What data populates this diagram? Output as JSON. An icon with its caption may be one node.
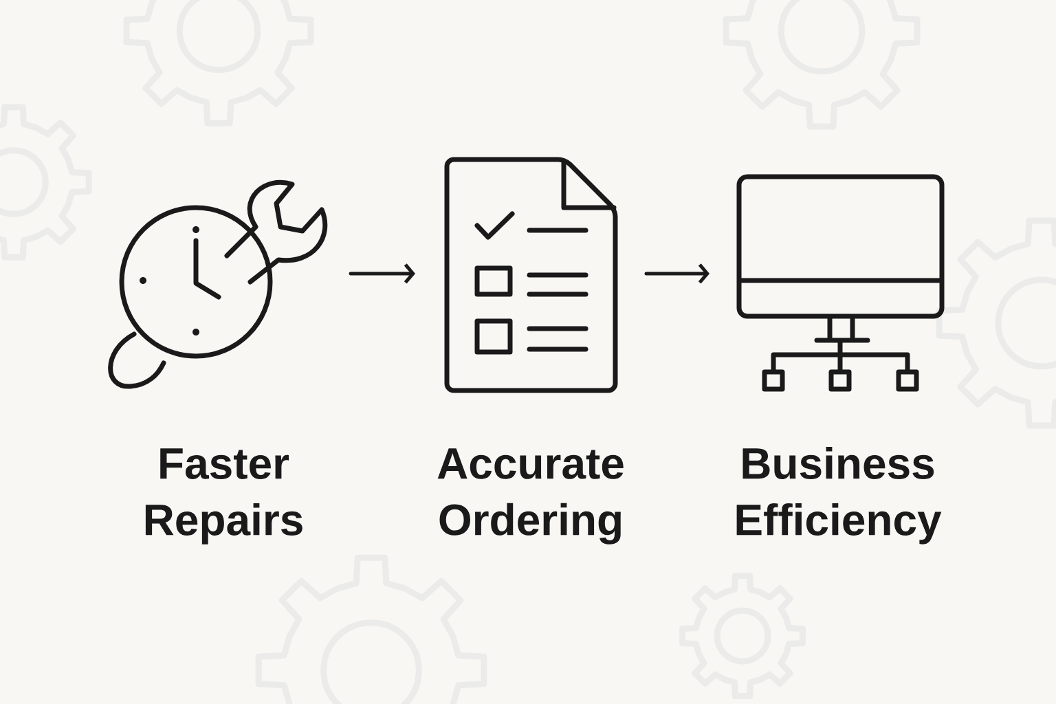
{
  "diagram": {
    "nodes": [
      {
        "text": [
          "Faster Repairs"
        ]
      },
      {
        "text": [
          "Accurate Ordering"
        ]
      },
      {
        "text": [
          "Business Efficiency"
        ]
      }
    ],
    "edges": [
      {
        "from": 0,
        "to": 1,
        "arrow": "to"
      },
      {
        "from": 1,
        "to": 2,
        "arrow": "to"
      }
    ]
  }
}
